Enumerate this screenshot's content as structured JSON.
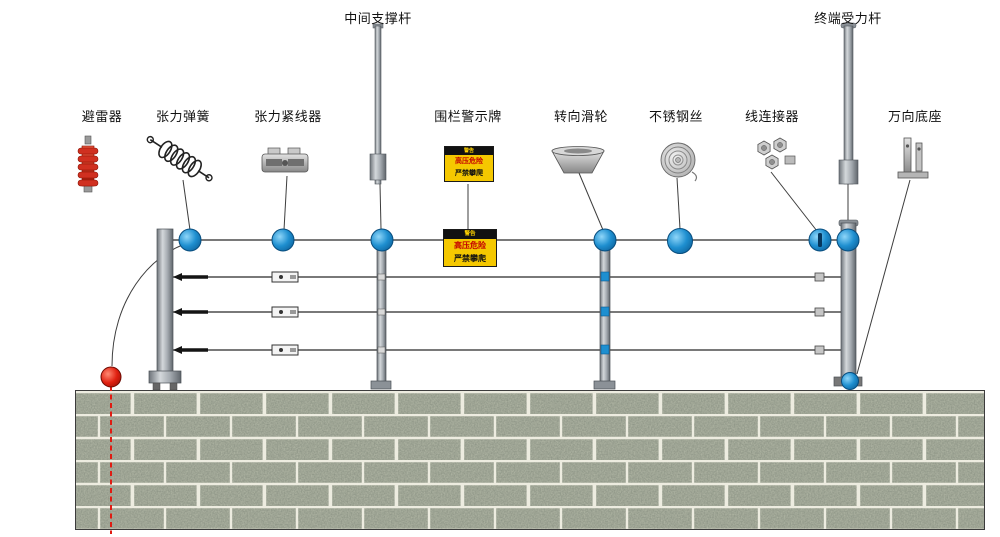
{
  "diagram": {
    "title_labels": {
      "mid_pole": "中间支撑杆",
      "end_pole": "终端受力杆"
    },
    "component_labels": {
      "arrester": "避雷器",
      "spring": "张力弹簧",
      "tensioner": "张力紧线器",
      "sign": "围栏警示牌",
      "pulley": "转向滑轮",
      "wire": "不锈钢丝",
      "connector": "线连接器",
      "base": "万向底座"
    },
    "warning_sign": {
      "header": "警告",
      "line1": "高压危险",
      "line2": "严禁攀爬"
    },
    "colors": {
      "insulator_blue": "#1e8fd0",
      "arrester_red": "#d92313",
      "sign_yellow": "#f5c800",
      "pole_gray": "#a8aeb4",
      "ground_line_red": "#e01b12"
    }
  }
}
